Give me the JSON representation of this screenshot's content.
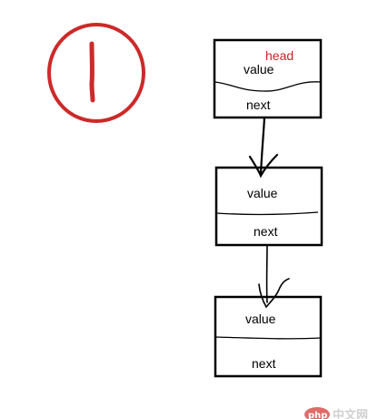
{
  "diagram": {
    "marker": {
      "glyph": "1",
      "color": "#cc2a2a"
    },
    "nodes": [
      {
        "value_label": "value",
        "next_label": "next",
        "head_label": "head"
      },
      {
        "value_label": "value",
        "next_label": "next"
      },
      {
        "value_label": "value",
        "next_label": "next"
      }
    ],
    "colors": {
      "stroke": "#000000",
      "head": "#cc2222",
      "background": "#ffffff"
    }
  },
  "watermark": {
    "badge": "php",
    "text": "中文网",
    "badge_color": "#d9534f"
  }
}
